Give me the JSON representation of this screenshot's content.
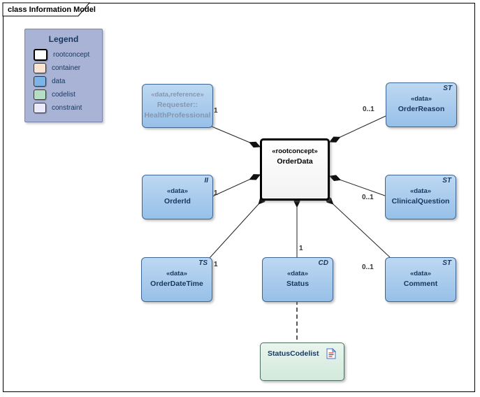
{
  "frame": {
    "title": "class Information Model"
  },
  "legend": {
    "title": "Legend",
    "items": [
      {
        "label": "rootconcept",
        "color": "#ffffff"
      },
      {
        "label": "container",
        "color": "#f8e4d0"
      },
      {
        "label": "data",
        "color": "#7db4e8"
      },
      {
        "label": "codelist",
        "color": "#b5dfc5"
      },
      {
        "label": "constraint",
        "color": "#eaeafc"
      }
    ]
  },
  "nodes": {
    "root": {
      "stereotype": "«rootconcept»",
      "name": "OrderData"
    },
    "requester": {
      "stereotype": "«data,reference»",
      "name_line1": "Requester::",
      "name_line2": "HealthProfessional",
      "multiplicity": "1"
    },
    "orderReason": {
      "stereotype": "«data»",
      "name": "OrderReason",
      "type": "ST",
      "multiplicity": "0..1"
    },
    "orderId": {
      "stereotype": "«data»",
      "name": "OrderId",
      "type": "II",
      "multiplicity": "1"
    },
    "clinicalQuestion": {
      "stereotype": "«data»",
      "name": "ClinicalQuestion",
      "type": "ST",
      "multiplicity": "0..1"
    },
    "orderDateTime": {
      "stereotype": "«data»",
      "name": "OrderDateTime",
      "type": "TS",
      "multiplicity": "1"
    },
    "status": {
      "stereotype": "«data»",
      "name": "Status",
      "type": "CD",
      "multiplicity": "1"
    },
    "comment": {
      "stereotype": "«data»",
      "name": "Comment",
      "type": "ST",
      "multiplicity": "0..1"
    },
    "statusCodelist": {
      "name": "StatusCodelist"
    }
  }
}
